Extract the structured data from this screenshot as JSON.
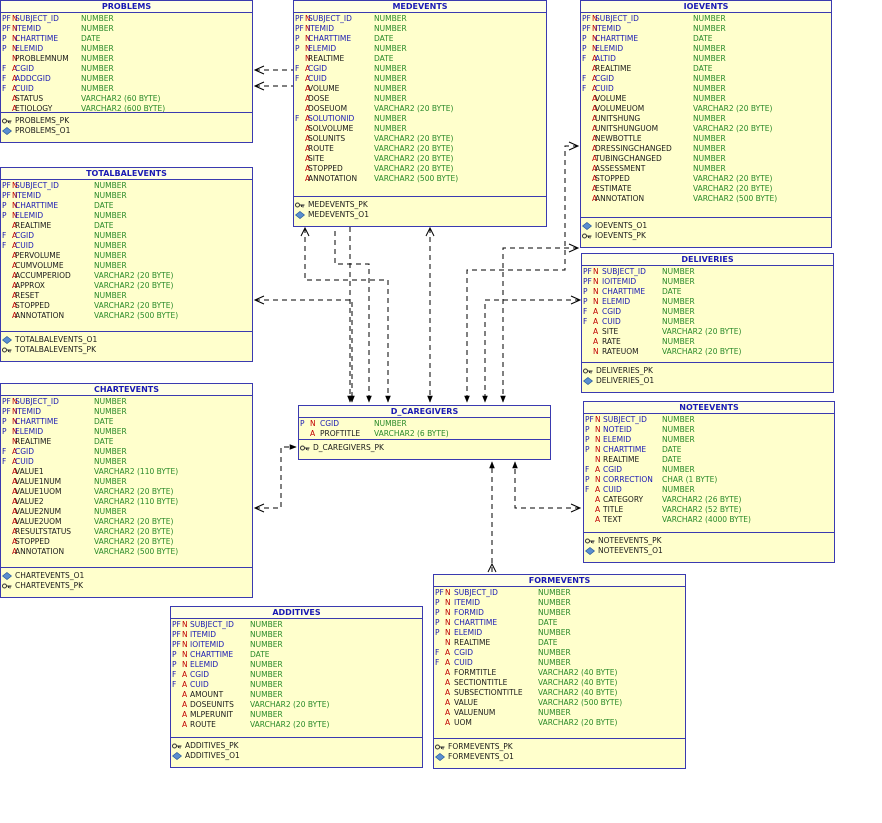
{
  "tables": [
    {
      "name": "PROBLEMS",
      "columns": [
        {
          "flags": "PF",
          "nn": "N",
          "name": "SUBJECT_ID",
          "type": "NUMBER"
        },
        {
          "flags": "PF",
          "nn": "N",
          "name": "ITEMID",
          "type": "NUMBER"
        },
        {
          "flags": "P",
          "nn": "N",
          "name": "CHARTTIME",
          "type": "DATE"
        },
        {
          "flags": "P",
          "nn": "N",
          "name": "ELEMID",
          "type": "NUMBER"
        },
        {
          "flags": "",
          "nn": "N",
          "name": "PROBLEMNUM",
          "type": "NUMBER"
        },
        {
          "flags": "F",
          "nn": "A",
          "name": "CGID",
          "type": "NUMBER"
        },
        {
          "flags": "F",
          "nn": "A",
          "name": "ADDCGID",
          "type": "NUMBER"
        },
        {
          "flags": "F",
          "nn": "A",
          "name": "CUID",
          "type": "NUMBER"
        },
        {
          "flags": "",
          "nn": "A",
          "name": "STATUS",
          "type": "VARCHAR2 (60 BYTE)"
        },
        {
          "flags": "",
          "nn": "A",
          "name": "ETIOLOGY",
          "type": "VARCHAR2 (600 BYTE)"
        }
      ],
      "indexes": [
        {
          "icon": "pk",
          "name": "PROBLEMS_PK"
        },
        {
          "icon": "idx",
          "name": "PROBLEMS_O1"
        }
      ]
    },
    {
      "name": "MEDEVENTS",
      "columns": [
        {
          "flags": "PF",
          "nn": "N",
          "name": "SUBJECT_ID",
          "type": "NUMBER"
        },
        {
          "flags": "PF",
          "nn": "N",
          "name": "ITEMID",
          "type": "NUMBER"
        },
        {
          "flags": "P",
          "nn": "N",
          "name": "CHARTTIME",
          "type": "DATE"
        },
        {
          "flags": "P",
          "nn": "N",
          "name": "ELEMID",
          "type": "NUMBER"
        },
        {
          "flags": "",
          "nn": "N",
          "name": "REALTIME",
          "type": "DATE"
        },
        {
          "flags": "F",
          "nn": "A",
          "name": "CGID",
          "type": "NUMBER"
        },
        {
          "flags": "F",
          "nn": "A",
          "name": "CUID",
          "type": "NUMBER"
        },
        {
          "flags": "",
          "nn": "A",
          "name": "VOLUME",
          "type": "NUMBER"
        },
        {
          "flags": "",
          "nn": "A",
          "name": "DOSE",
          "type": "NUMBER"
        },
        {
          "flags": "",
          "nn": "A",
          "name": "DOSEUOM",
          "type": "VARCHAR2 (20 BYTE)"
        },
        {
          "flags": "F",
          "nn": "A",
          "name": "SOLUTIONID",
          "type": "NUMBER"
        },
        {
          "flags": "",
          "nn": "A",
          "name": "SOLVOLUME",
          "type": "NUMBER"
        },
        {
          "flags": "",
          "nn": "A",
          "name": "SOLUNITS",
          "type": "VARCHAR2 (20 BYTE)"
        },
        {
          "flags": "",
          "nn": "A",
          "name": "ROUTE",
          "type": "VARCHAR2 (20 BYTE)"
        },
        {
          "flags": "",
          "nn": "A",
          "name": "SITE",
          "type": "VARCHAR2 (20 BYTE)"
        },
        {
          "flags": "",
          "nn": "A",
          "name": "STOPPED",
          "type": "VARCHAR2 (20 BYTE)"
        },
        {
          "flags": "",
          "nn": "A",
          "name": "ANNOTATION",
          "type": "VARCHAR2 (500 BYTE)"
        }
      ],
      "indexes": [
        {
          "icon": "pk",
          "name": "MEDEVENTS_PK"
        },
        {
          "icon": "idx",
          "name": "MEDEVENTS_O1"
        }
      ]
    },
    {
      "name": "IOEVENTS",
      "columns": [
        {
          "flags": "PF",
          "nn": "N",
          "name": "SUBJECT_ID",
          "type": "NUMBER"
        },
        {
          "flags": "PF",
          "nn": "N",
          "name": "ITEMID",
          "type": "NUMBER"
        },
        {
          "flags": "P",
          "nn": "N",
          "name": "CHARTTIME",
          "type": "DATE"
        },
        {
          "flags": "P",
          "nn": "N",
          "name": "ELEMID",
          "type": "NUMBER"
        },
        {
          "flags": "F",
          "nn": "A",
          "name": "ALTID",
          "type": "NUMBER"
        },
        {
          "flags": "",
          "nn": "A",
          "name": "REALTIME",
          "type": "DATE"
        },
        {
          "flags": "F",
          "nn": "A",
          "name": "CGID",
          "type": "NUMBER"
        },
        {
          "flags": "F",
          "nn": "A",
          "name": "CUID",
          "type": "NUMBER"
        },
        {
          "flags": "",
          "nn": "A",
          "name": "VOLUME",
          "type": "NUMBER"
        },
        {
          "flags": "",
          "nn": "A",
          "name": "VOLUMEUOM",
          "type": "VARCHAR2 (20 BYTE)"
        },
        {
          "flags": "",
          "nn": "A",
          "name": "UNITSHUNG",
          "type": "NUMBER"
        },
        {
          "flags": "",
          "nn": "A",
          "name": "UNITSHUNGUOM",
          "type": "VARCHAR2 (20 BYTE)"
        },
        {
          "flags": "",
          "nn": "A",
          "name": "NEWBOTTLE",
          "type": "NUMBER"
        },
        {
          "flags": "",
          "nn": "A",
          "name": "DRESSINGCHANGED",
          "type": "NUMBER"
        },
        {
          "flags": "",
          "nn": "A",
          "name": "TUBINGCHANGED",
          "type": "NUMBER"
        },
        {
          "flags": "",
          "nn": "A",
          "name": "ASSESSMENT",
          "type": "NUMBER"
        },
        {
          "flags": "",
          "nn": "A",
          "name": "STOPPED",
          "type": "VARCHAR2 (20 BYTE)"
        },
        {
          "flags": "",
          "nn": "A",
          "name": "ESTIMATE",
          "type": "VARCHAR2 (20 BYTE)"
        },
        {
          "flags": "",
          "nn": "A",
          "name": "ANNOTATION",
          "type": "VARCHAR2 (500 BYTE)"
        }
      ],
      "indexes": [
        {
          "icon": "idx",
          "name": "IOEVENTS_O1"
        },
        {
          "icon": "pk",
          "name": "IOEVENTS_PK"
        }
      ]
    },
    {
      "name": "TOTALBALEVENTS",
      "columns": [
        {
          "flags": "PF",
          "nn": "N",
          "name": "SUBJECT_ID",
          "type": "NUMBER"
        },
        {
          "flags": "PF",
          "nn": "N",
          "name": "ITEMID",
          "type": "NUMBER"
        },
        {
          "flags": "P",
          "nn": "N",
          "name": "CHARTTIME",
          "type": "DATE"
        },
        {
          "flags": "P",
          "nn": "N",
          "name": "ELEMID",
          "type": "NUMBER"
        },
        {
          "flags": "",
          "nn": "A",
          "name": "REALTIME",
          "type": "DATE"
        },
        {
          "flags": "F",
          "nn": "A",
          "name": "CGID",
          "type": "NUMBER"
        },
        {
          "flags": "F",
          "nn": "A",
          "name": "CUID",
          "type": "NUMBER"
        },
        {
          "flags": "",
          "nn": "A",
          "name": "PERVOLUME",
          "type": "NUMBER"
        },
        {
          "flags": "",
          "nn": "A",
          "name": "CUMVOLUME",
          "type": "NUMBER"
        },
        {
          "flags": "",
          "nn": "A",
          "name": "ACCUMPERIOD",
          "type": "VARCHAR2 (20 BYTE)"
        },
        {
          "flags": "",
          "nn": "A",
          "name": "APPROX",
          "type": "VARCHAR2 (20 BYTE)"
        },
        {
          "flags": "",
          "nn": "A",
          "name": "RESET",
          "type": "NUMBER"
        },
        {
          "flags": "",
          "nn": "A",
          "name": "STOPPED",
          "type": "VARCHAR2 (20 BYTE)"
        },
        {
          "flags": "",
          "nn": "A",
          "name": "ANNOTATION",
          "type": "VARCHAR2 (500 BYTE)"
        }
      ],
      "indexes": [
        {
          "icon": "idx",
          "name": "TOTALBALEVENTS_O1"
        },
        {
          "icon": "pk",
          "name": "TOTALBALEVENTS_PK"
        }
      ]
    },
    {
      "name": "DELIVERIES",
      "columns": [
        {
          "flags": "PF",
          "nn": "N",
          "name": "SUBJECT_ID",
          "type": "NUMBER"
        },
        {
          "flags": "PF",
          "nn": "N",
          "name": "IOITEMID",
          "type": "NUMBER"
        },
        {
          "flags": "P",
          "nn": "N",
          "name": "CHARTTIME",
          "type": "DATE"
        },
        {
          "flags": "P",
          "nn": "N",
          "name": "ELEMID",
          "type": "NUMBER"
        },
        {
          "flags": "F",
          "nn": "A",
          "name": "CGID",
          "type": "NUMBER"
        },
        {
          "flags": "F",
          "nn": "A",
          "name": "CUID",
          "type": "NUMBER"
        },
        {
          "flags": "",
          "nn": "A",
          "name": "SITE",
          "type": "VARCHAR2 (20 BYTE)"
        },
        {
          "flags": "",
          "nn": "A",
          "name": "RATE",
          "type": "NUMBER"
        },
        {
          "flags": "",
          "nn": "N",
          "name": "RATEUOM",
          "type": "VARCHAR2 (20 BYTE)"
        }
      ],
      "indexes": [
        {
          "icon": "pk",
          "name": "DELIVERIES_PK"
        },
        {
          "icon": "idx",
          "name": "DELIVERIES_O1"
        }
      ]
    },
    {
      "name": "D_CAREGIVERS",
      "columns": [
        {
          "flags": "P",
          "nn": "N",
          "name": "CGID",
          "type": "NUMBER"
        },
        {
          "flags": "",
          "nn": "A",
          "name": "PROFTITLE",
          "type": "VARCHAR2 (6 BYTE)"
        }
      ],
      "indexes": [
        {
          "icon": "pk",
          "name": "D_CAREGIVERS_PK"
        }
      ]
    },
    {
      "name": "CHARTEVENTS",
      "columns": [
        {
          "flags": "PF",
          "nn": "N",
          "name": "SUBJECT_ID",
          "type": "NUMBER"
        },
        {
          "flags": "PF",
          "nn": "N",
          "name": "ITEMID",
          "type": "NUMBER"
        },
        {
          "flags": "P",
          "nn": "N",
          "name": "CHARTTIME",
          "type": "DATE"
        },
        {
          "flags": "P",
          "nn": "N",
          "name": "ELEMID",
          "type": "NUMBER"
        },
        {
          "flags": "",
          "nn": "N",
          "name": "REALTIME",
          "type": "DATE"
        },
        {
          "flags": "F",
          "nn": "A",
          "name": "CGID",
          "type": "NUMBER"
        },
        {
          "flags": "F",
          "nn": "A",
          "name": "CUID",
          "type": "NUMBER"
        },
        {
          "flags": "",
          "nn": "A",
          "name": "VALUE1",
          "type": "VARCHAR2 (110 BYTE)"
        },
        {
          "flags": "",
          "nn": "A",
          "name": "VALUE1NUM",
          "type": "NUMBER"
        },
        {
          "flags": "",
          "nn": "A",
          "name": "VALUE1UOM",
          "type": "VARCHAR2 (20 BYTE)"
        },
        {
          "flags": "",
          "nn": "A",
          "name": "VALUE2",
          "type": "VARCHAR2 (110 BYTE)"
        },
        {
          "flags": "",
          "nn": "A",
          "name": "VALUE2NUM",
          "type": "NUMBER"
        },
        {
          "flags": "",
          "nn": "A",
          "name": "VALUE2UOM",
          "type": "VARCHAR2 (20 BYTE)"
        },
        {
          "flags": "",
          "nn": "A",
          "name": "RESULTSTATUS",
          "type": "VARCHAR2 (20 BYTE)"
        },
        {
          "flags": "",
          "nn": "A",
          "name": "STOPPED",
          "type": "VARCHAR2 (20 BYTE)"
        },
        {
          "flags": "",
          "nn": "A",
          "name": "ANNOTATION",
          "type": "VARCHAR2 (500 BYTE)"
        }
      ],
      "indexes": [
        {
          "icon": "idx",
          "name": "CHARTEVENTS_O1"
        },
        {
          "icon": "pk",
          "name": "CHARTEVENTS_PK"
        }
      ]
    },
    {
      "name": "NOTEEVENTS",
      "columns": [
        {
          "flags": "PF",
          "nn": "N",
          "name": "SUBJECT_ID",
          "type": "NUMBER"
        },
        {
          "flags": "P",
          "nn": "N",
          "name": "NOTEID",
          "type": "NUMBER"
        },
        {
          "flags": "P",
          "nn": "N",
          "name": "ELEMID",
          "type": "NUMBER"
        },
        {
          "flags": "P",
          "nn": "N",
          "name": "CHARTTIME",
          "type": "DATE"
        },
        {
          "flags": "",
          "nn": "N",
          "name": "REALTIME",
          "type": "DATE"
        },
        {
          "flags": "F",
          "nn": "A",
          "name": "CGID",
          "type": "NUMBER"
        },
        {
          "flags": "P",
          "nn": "N",
          "name": "CORRECTION",
          "type": "CHAR (1 BYTE)"
        },
        {
          "flags": "F",
          "nn": "A",
          "name": "CUID",
          "type": "NUMBER"
        },
        {
          "flags": "",
          "nn": "A",
          "name": "CATEGORY",
          "type": "VARCHAR2 (26 BYTE)"
        },
        {
          "flags": "",
          "nn": "A",
          "name": "TITLE",
          "type": "VARCHAR2 (52 BYTE)"
        },
        {
          "flags": "",
          "nn": "A",
          "name": "TEXT",
          "type": "VARCHAR2 (4000 BYTE)"
        }
      ],
      "indexes": [
        {
          "icon": "pk",
          "name": "NOTEEVENTS_PK"
        },
        {
          "icon": "idx",
          "name": "NOTEEVENTS_O1"
        }
      ]
    },
    {
      "name": "FORMEVENTS",
      "columns": [
        {
          "flags": "PF",
          "nn": "N",
          "name": "SUBJECT_ID",
          "type": "NUMBER"
        },
        {
          "flags": "P",
          "nn": "N",
          "name": "ITEMID",
          "type": "NUMBER"
        },
        {
          "flags": "P",
          "nn": "N",
          "name": "FORMID",
          "type": "NUMBER"
        },
        {
          "flags": "P",
          "nn": "N",
          "name": "CHARTTIME",
          "type": "DATE"
        },
        {
          "flags": "P",
          "nn": "N",
          "name": "ELEMID",
          "type": "NUMBER"
        },
        {
          "flags": "",
          "nn": "N",
          "name": "REALTIME",
          "type": "DATE"
        },
        {
          "flags": "F",
          "nn": "A",
          "name": "CGID",
          "type": "NUMBER"
        },
        {
          "flags": "F",
          "nn": "A",
          "name": "CUID",
          "type": "NUMBER"
        },
        {
          "flags": "",
          "nn": "A",
          "name": "FORMTITLE",
          "type": "VARCHAR2 (40 BYTE)"
        },
        {
          "flags": "",
          "nn": "A",
          "name": "SECTIONTITLE",
          "type": "VARCHAR2 (40 BYTE)"
        },
        {
          "flags": "",
          "nn": "A",
          "name": "SUBSECTIONTITLE",
          "type": "VARCHAR2 (40 BYTE)"
        },
        {
          "flags": "",
          "nn": "A",
          "name": "VALUE",
          "type": "VARCHAR2 (500 BYTE)"
        },
        {
          "flags": "",
          "nn": "A",
          "name": "VALUENUM",
          "type": "NUMBER"
        },
        {
          "flags": "",
          "nn": "A",
          "name": "UOM",
          "type": "VARCHAR2 (20 BYTE)"
        }
      ],
      "indexes": [
        {
          "icon": "pk",
          "name": "FORMEVENTS_PK"
        },
        {
          "icon": "idx",
          "name": "FORMEVENTS_O1"
        }
      ]
    },
    {
      "name": "ADDITIVES",
      "columns": [
        {
          "flags": "PF",
          "nn": "N",
          "name": "SUBJECT_ID",
          "type": "NUMBER"
        },
        {
          "flags": "PF",
          "nn": "N",
          "name": "ITEMID",
          "type": "NUMBER"
        },
        {
          "flags": "PF",
          "nn": "N",
          "name": "IOITEMID",
          "type": "NUMBER"
        },
        {
          "flags": "P",
          "nn": "N",
          "name": "CHARTTIME",
          "type": "DATE"
        },
        {
          "flags": "P",
          "nn": "N",
          "name": "ELEMID",
          "type": "NUMBER"
        },
        {
          "flags": "F",
          "nn": "A",
          "name": "CGID",
          "type": "NUMBER"
        },
        {
          "flags": "F",
          "nn": "A",
          "name": "CUID",
          "type": "NUMBER"
        },
        {
          "flags": "",
          "nn": "A",
          "name": "AMOUNT",
          "type": "NUMBER"
        },
        {
          "flags": "",
          "nn": "A",
          "name": "DOSEUNITS",
          "type": "VARCHAR2 (20 BYTE)"
        },
        {
          "flags": "",
          "nn": "A",
          "name": "MLPERUNIT",
          "type": "NUMBER"
        },
        {
          "flags": "",
          "nn": "A",
          "name": "ROUTE",
          "type": "VARCHAR2 (20 BYTE)"
        }
      ],
      "indexes": [
        {
          "icon": "pk",
          "name": "ADDITIVES_PK"
        },
        {
          "icon": "idx",
          "name": "ADDITIVES_O1"
        }
      ]
    }
  ]
}
